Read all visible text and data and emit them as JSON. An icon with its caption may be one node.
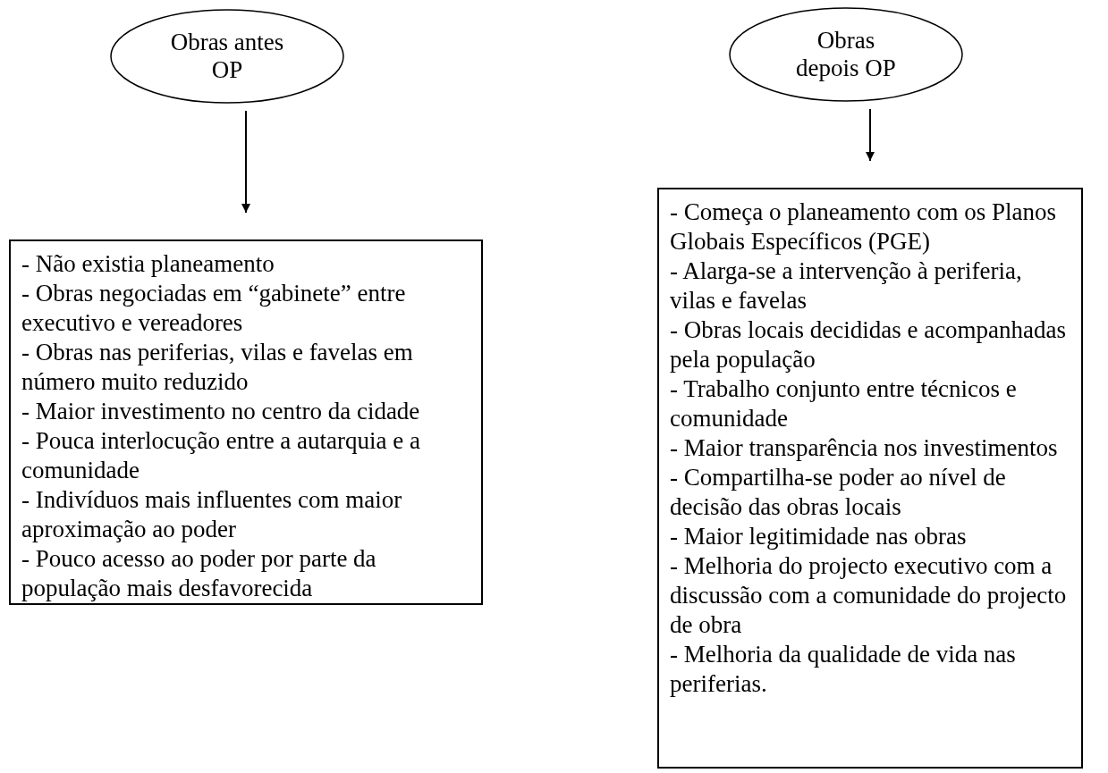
{
  "diagram": {
    "nodes": [
      {
        "text": [
          "Obras antes OP"
        ]
      },
      {
        "text": [
          "- Não existia planeamento",
          "- Obras negociadas em “gabinete” entre executivo e vereadores",
          "- Obras nas periferias, vilas e favelas em número muito reduzido",
          "- Maior investimento no centro da cidade",
          "- Pouca interlocução entre a autarquia e a comunidade",
          "- Indivíduos mais influentes com maior aproximação ao poder",
          "- Pouco acesso ao poder por parte da população mais desfavorecida"
        ]
      },
      {
        "text": [
          "Obras depois OP"
        ]
      },
      {
        "text": [
          "- Começa o planeamento com os Planos Globais Específicos (PGE)",
          "- Alarga-se a intervenção à periferia, vilas e favelas",
          "- Obras locais decididas e acompanhadas pela população",
          "- Trabalho conjunto entre técnicos e comunidade",
          "- Maior transparência nos investimentos",
          "- Compartilha-se poder ao nível de decisão das obras locais",
          "- Maior legitimidade nas obras",
          "- Melhoria do projecto executivo com a discussão com a comunidade do projecto de obra",
          "- Melhoria da qualidade de vida nas periferias."
        ]
      }
    ],
    "edges": [
      {
        "from": 0,
        "to": 1,
        "arrow": "to"
      },
      {
        "from": 2,
        "to": 3,
        "arrow": "to"
      }
    ]
  }
}
